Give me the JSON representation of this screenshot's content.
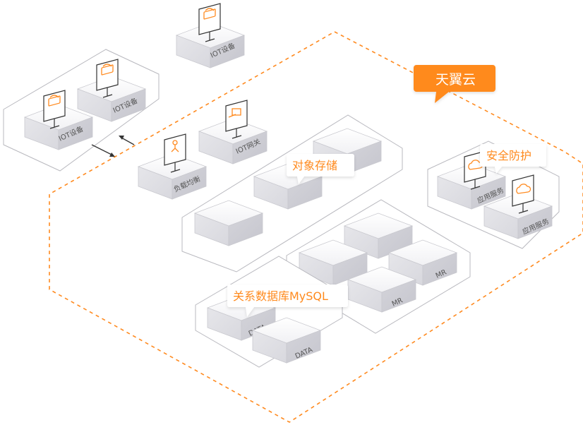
{
  "cloud": {
    "label": "天翼云",
    "accent_color": "#ff8a1f"
  },
  "labels": {
    "iot_device_top": "IOT设备",
    "iot_device_left_a": "IOT设备",
    "iot_device_left_b": "IOT设备",
    "iot_gateway": "IOT网关",
    "load_balancer": "负载均衡",
    "app_service_a": "应用服务",
    "app_service_b": "应用服务",
    "mr_a": "MR",
    "mr_b": "MR",
    "data_a": "DATA",
    "data_b": "DATA"
  },
  "callouts": {
    "object_storage": "对象存储",
    "security": "安全防护",
    "mysql": "关系数据库MySQL"
  },
  "icons": {
    "iot": "router-icon",
    "gateway": "gateway-icon",
    "load_balancer": "load-balance-icon",
    "app_service": "cloud-icon"
  }
}
